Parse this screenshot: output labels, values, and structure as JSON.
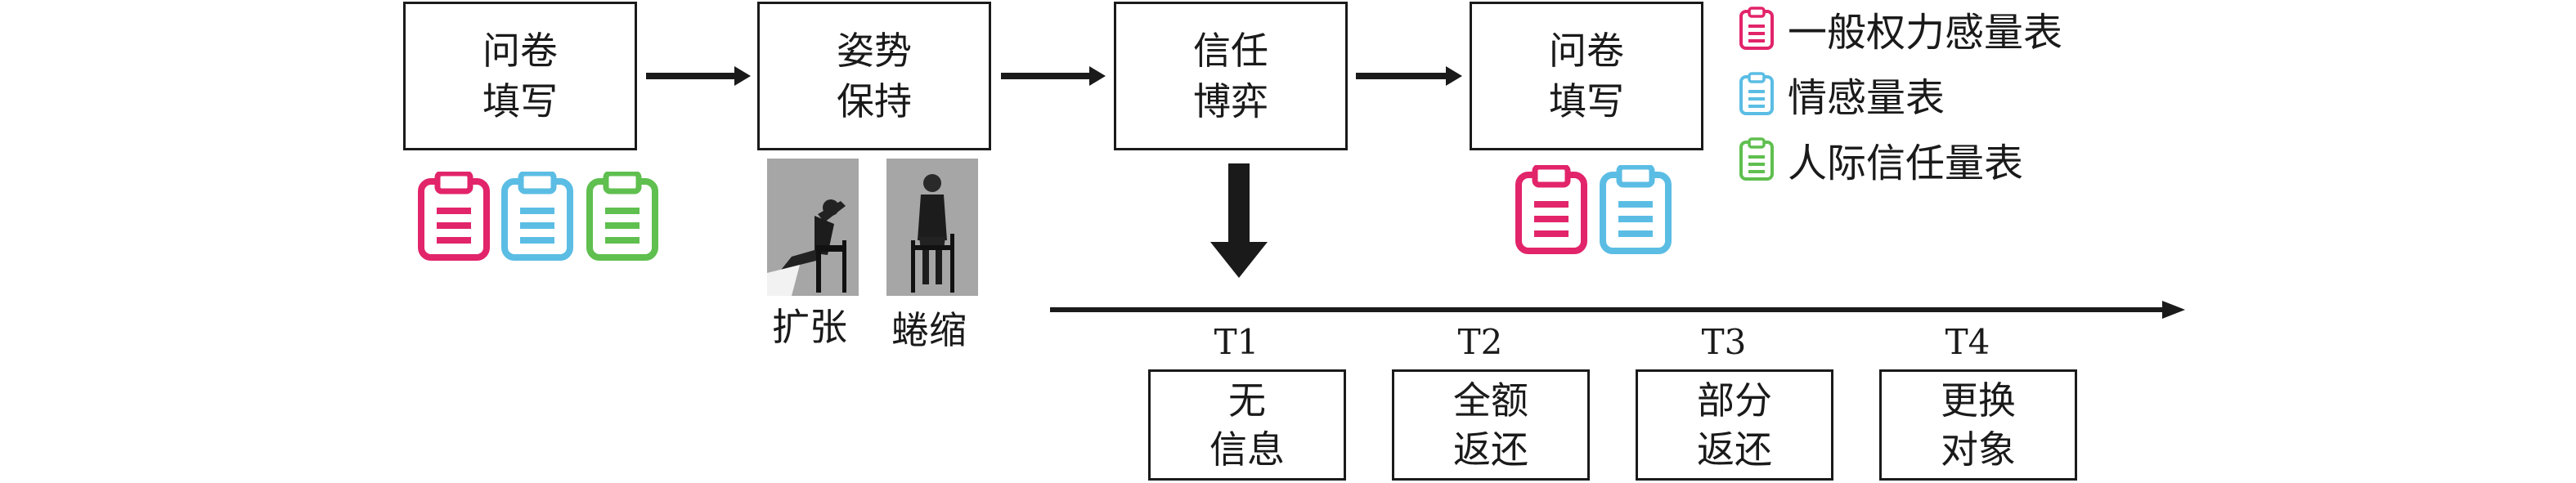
{
  "steps": [
    {
      "line1": "问卷",
      "line2": "填写"
    },
    {
      "line1": "姿势",
      "line2": "保持"
    },
    {
      "line1": "信任",
      "line2": "博弈"
    },
    {
      "line1": "问卷",
      "line2": "填写"
    }
  ],
  "postures": [
    {
      "label": "扩张"
    },
    {
      "label": "蜷缩"
    }
  ],
  "legend": [
    {
      "label": "一般权力感量表",
      "color": "#e2246a"
    },
    {
      "label": "情感量表",
      "color": "#5bbde4"
    },
    {
      "label": "人际信任量表",
      "color": "#5fbf4f"
    }
  ],
  "trials": [
    {
      "t": "T1",
      "line1": "无",
      "line2": "信息"
    },
    {
      "t": "T2",
      "line1": "全额",
      "line2": "返还"
    },
    {
      "t": "T3",
      "line1": "部分",
      "line2": "返还"
    },
    {
      "t": "T4",
      "line1": "更换",
      "line2": "对象"
    }
  ]
}
